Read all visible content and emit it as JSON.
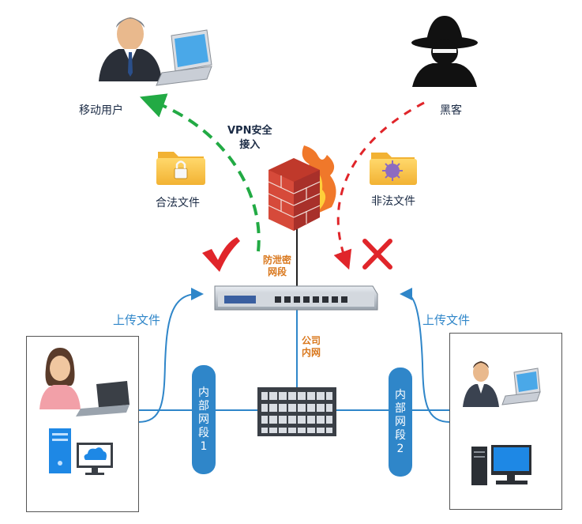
{
  "labels": {
    "mobile_user": "移动用户",
    "hacker": "黑客",
    "vpn": [
      "VPN安全",
      "接入"
    ],
    "legal_file": "合法文件",
    "illegal_file": "非法文件",
    "anti_leak_segment": [
      "防泄密",
      "网段"
    ],
    "upload_left": "上传文件",
    "upload_right": "上传文件",
    "company_intranet": [
      "公司",
      "内网"
    ],
    "segment1": [
      "内",
      "部",
      "网",
      "段",
      "1"
    ],
    "segment2": [
      "内",
      "部",
      "网",
      "段",
      "2"
    ]
  },
  "colors": {
    "green_arrow": "#22aa44",
    "red_arrow": "#e0252a",
    "blue_line": "#2f86c9",
    "orange_text": "#d9771c"
  }
}
